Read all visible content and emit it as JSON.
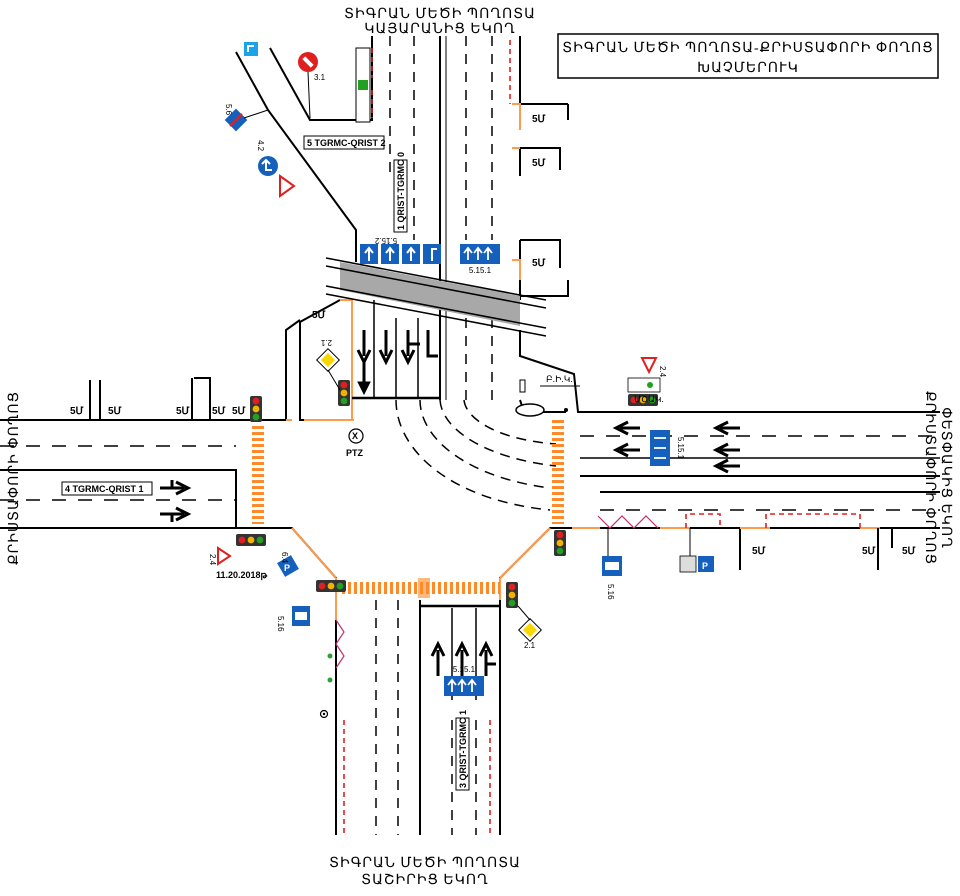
{
  "title": {
    "line1": "ՏԻԳՐԱՆ ՄԵԾԻ ՊՈՂՈՏԱ-ՔՐԻՍՏԱՓՈՐԻ ՓՈՂՈՑ",
    "line2": "ԽԱՉՄԵՐՈՒԿ"
  },
  "roads": {
    "north_line1": "ՏԻԳՐԱՆ ՄԵԾԻ ՊՈՂՈՏԱ",
    "north_line2": "ԿԱՅԱՐԱՆԻՑ ԵԿՈՂ",
    "south_line1": "ՏԻԳՐԱՆ ՄԵԾԻ ՊՈՂՈՏԱ",
    "south_line2": "ՏԱՇԻՐԻՑ ԵԿՈՂ",
    "west": "ՔՐԻՍՏԱՓՈՐԻ ՓՈՂՈՑ",
    "east_line1": "ՔՐԻՍՏԱՓՈՐԻ ՓՈՂՈՑ",
    "east_line2": "ՓԵՏՓԱԿԻՑ ԵԿՈՂ"
  },
  "cameras": {
    "north": "1 QRIST-TGRMC 0",
    "north_west": "5 TGRMC-QRIST 2",
    "west": "4 TGRMC-QRIST 1",
    "south": "3 QRIST-TGRMC 1",
    "ptz": "PTZ",
    "ptz_mark": "X"
  },
  "zones": {
    "label": "5Մ"
  },
  "sign_codes": {
    "s31": "3.1",
    "s56": "5.6",
    "s42": "4.2",
    "s5152": "5.15.2",
    "s5151_north": "5.15.1",
    "s5151_east": "5.15.1",
    "s5151_south": "5.15.1",
    "s21_north": "2.1",
    "s21_south": "2.1",
    "s24_east": "2.4",
    "s24_west": "2.4",
    "s64": "6.4",
    "s516_west": "5.16",
    "s516_east": "5.16",
    "date": "11.20.2018թ"
  },
  "labels": {
    "bik": "Բ.Ի.Կ.",
    "mtsak": "ՄՇԱԿ."
  },
  "colors": {
    "sign_blue": "#1560bd",
    "sign_red": "#e02020",
    "crossing_orange": "#ff8a2a",
    "curb_orange": "#ff9b4a",
    "rail_gray": "#a8a8a8",
    "diamond_yellow": "#f8d800"
  }
}
